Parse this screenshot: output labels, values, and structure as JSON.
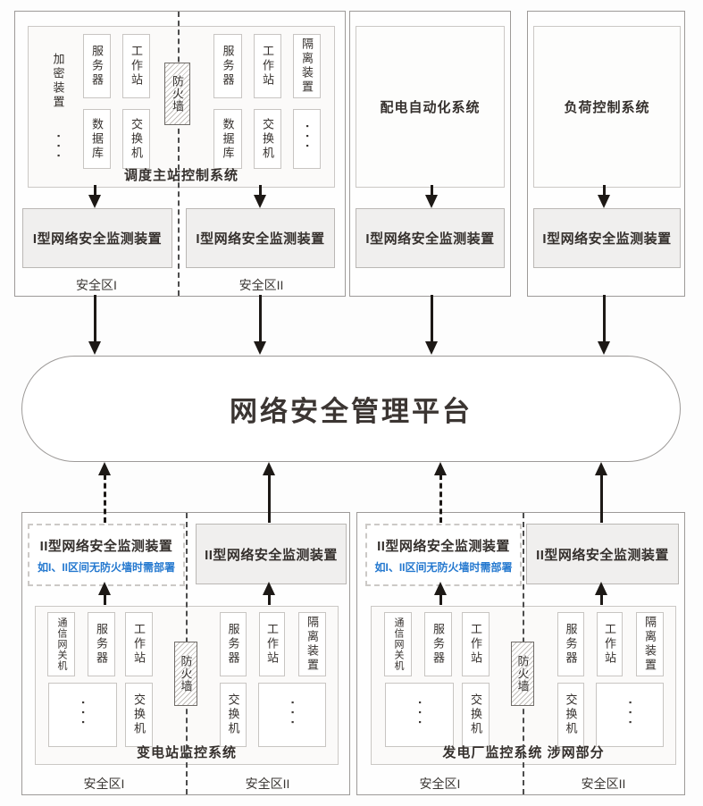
{
  "platform": {
    "label": "网络安全管理平台"
  },
  "labels": {
    "monitor_type1": "I型网络安全监测装置",
    "monitor_type2": "II型网络安全监测装置",
    "monitor_type2_note": "如I、II区间无防火墙时需部署",
    "zone1": "安全区I",
    "zone2": "安全区II",
    "firewall": "防火墙",
    "dots": "···"
  },
  "devices": {
    "encryption": "加密装置",
    "server": "服务器",
    "workstation": "工作站",
    "database": "数据库",
    "switch": "交换机",
    "isolation": "隔离装置",
    "comm_gateway": "通信网关机"
  },
  "sections": {
    "dispatch": {
      "name": "调度主站控制系统"
    },
    "distribution": {
      "name": "配电自动化系统"
    },
    "load": {
      "name": "负荷控制系统"
    },
    "substation": {
      "name": "变电站监控系统"
    },
    "plant": {
      "name": "发电厂监控系统 涉网部分"
    }
  },
  "colors": {
    "note_blue": "#2478cf",
    "ink": "#35302d"
  }
}
